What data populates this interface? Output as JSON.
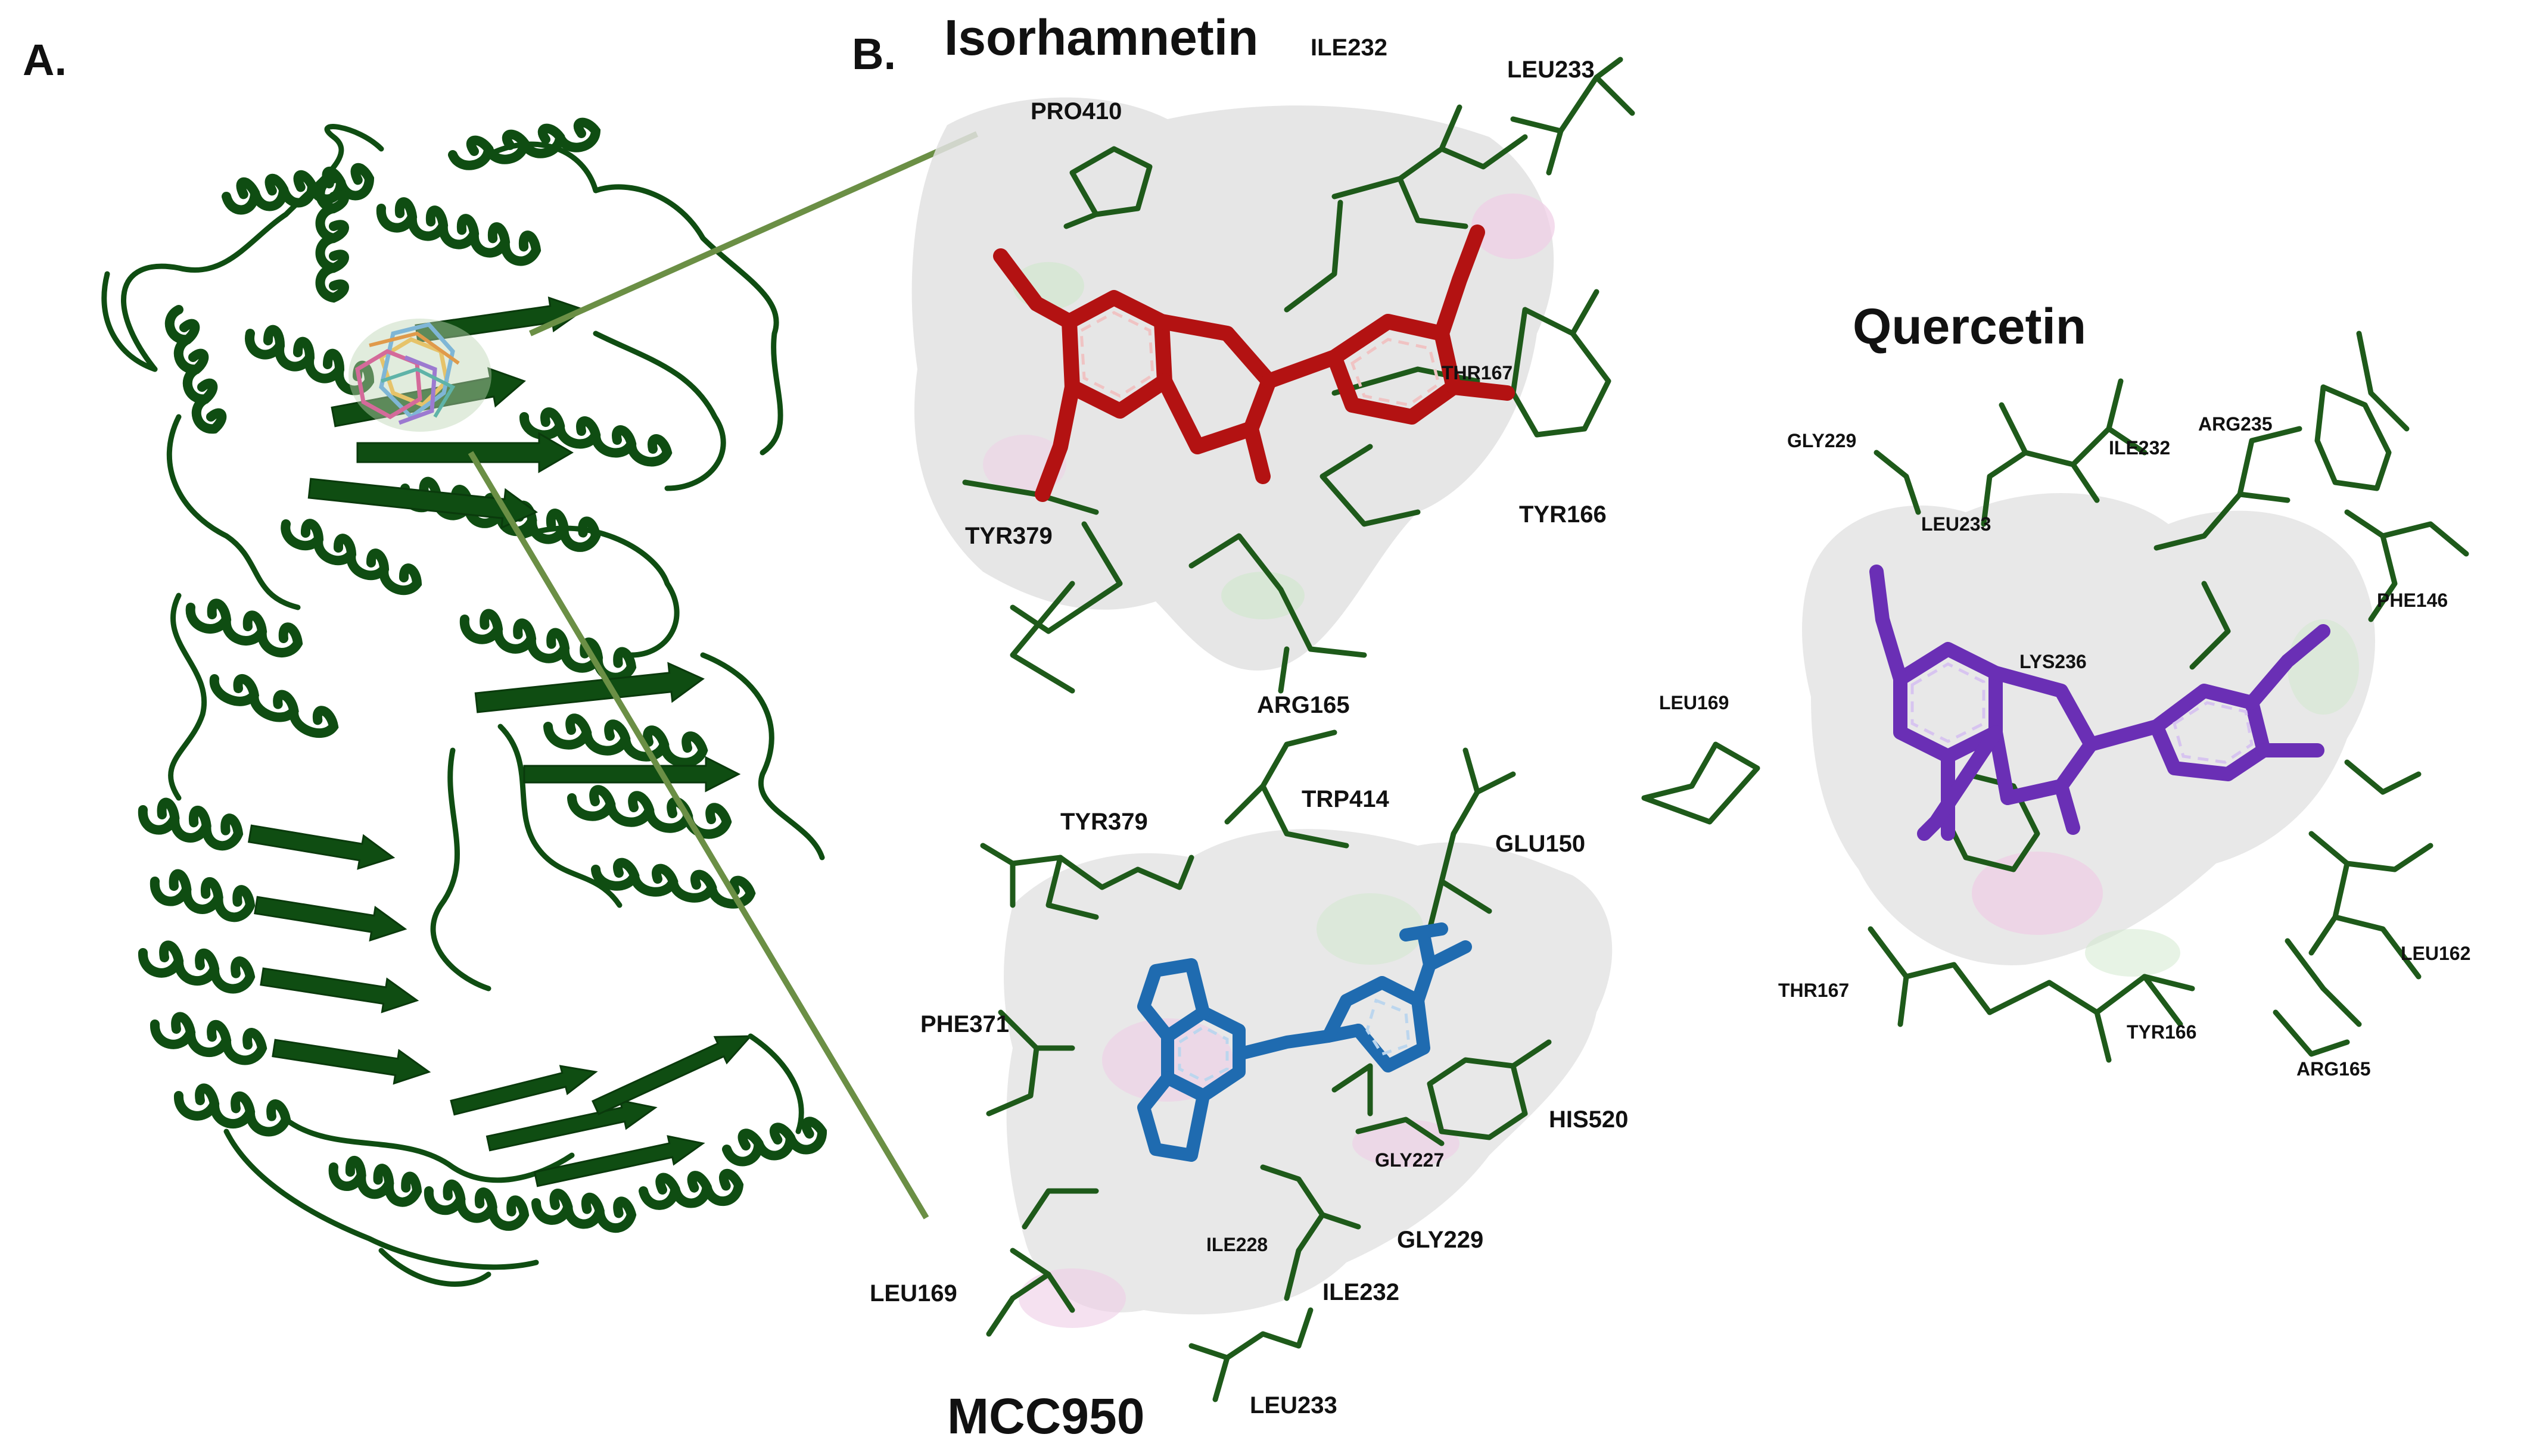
{
  "panels": {
    "a": "A.",
    "b": "B."
  },
  "ligands": {
    "isorhamnetin": {
      "name": "Isorhamnetin",
      "color": "#b31212"
    },
    "quercetin": {
      "name": "Quercetin",
      "color": "#6a2fb5"
    },
    "mcc950": {
      "name": "MCC950",
      "color": "#1f6bb0"
    }
  },
  "colors": {
    "protein": "#0f4d12",
    "residue": "#1e5a1a",
    "leader": "#6b8f45",
    "surface": "#e4e4e4"
  },
  "residues": {
    "iso": [
      "ILE232",
      "LEU233",
      "PRO410",
      "THR167",
      "TYR379",
      "TYR166",
      "ARG165"
    ],
    "quer": [
      "GLY229",
      "ILE232",
      "ARG235",
      "LEU233",
      "PHE146",
      "LYS236",
      "LEU169",
      "THR167",
      "TYR166",
      "LEU162",
      "ARG165"
    ],
    "mcc": [
      "TYR379",
      "TRP414",
      "GLU150",
      "PHE371",
      "HIS520",
      "GLY227",
      "ILE228",
      "GLY229",
      "LEU169",
      "ILE232",
      "LEU233"
    ]
  }
}
